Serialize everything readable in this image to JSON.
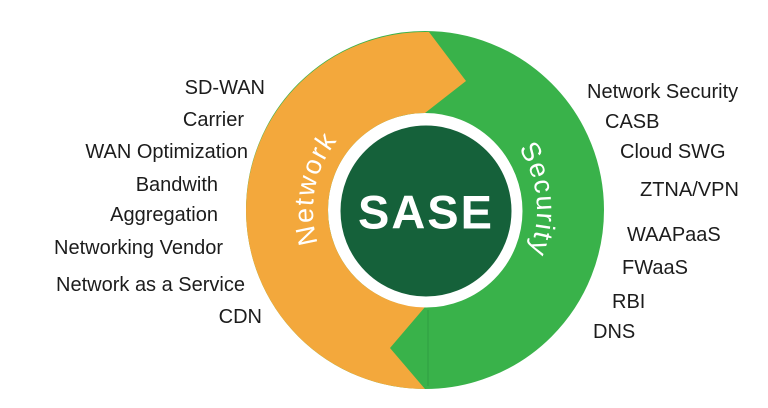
{
  "diagram": {
    "center_label": "SASE",
    "ring_segments": {
      "network": {
        "label": "Network"
      },
      "security": {
        "label": "Security"
      }
    },
    "colors": {
      "network_orange": "#F3A83C",
      "security_green": "#39B24A",
      "center_dark_green": "#15613A",
      "seam_green": "#2F9E42",
      "ring_text": "#FFFFFF",
      "label_text": "#1C1C1C"
    },
    "network_items": [
      "SD-WAN",
      "Carrier",
      "WAN Optimization",
      "Bandwith Aggregation",
      "Networking Vendor",
      "Network as a Service",
      "CDN"
    ],
    "security_items": [
      "Network Security",
      "CASB",
      "Cloud SWG",
      "ZTNA/VPN",
      "WAAPaaS",
      "FWaaS",
      "RBI",
      "DNS"
    ]
  }
}
